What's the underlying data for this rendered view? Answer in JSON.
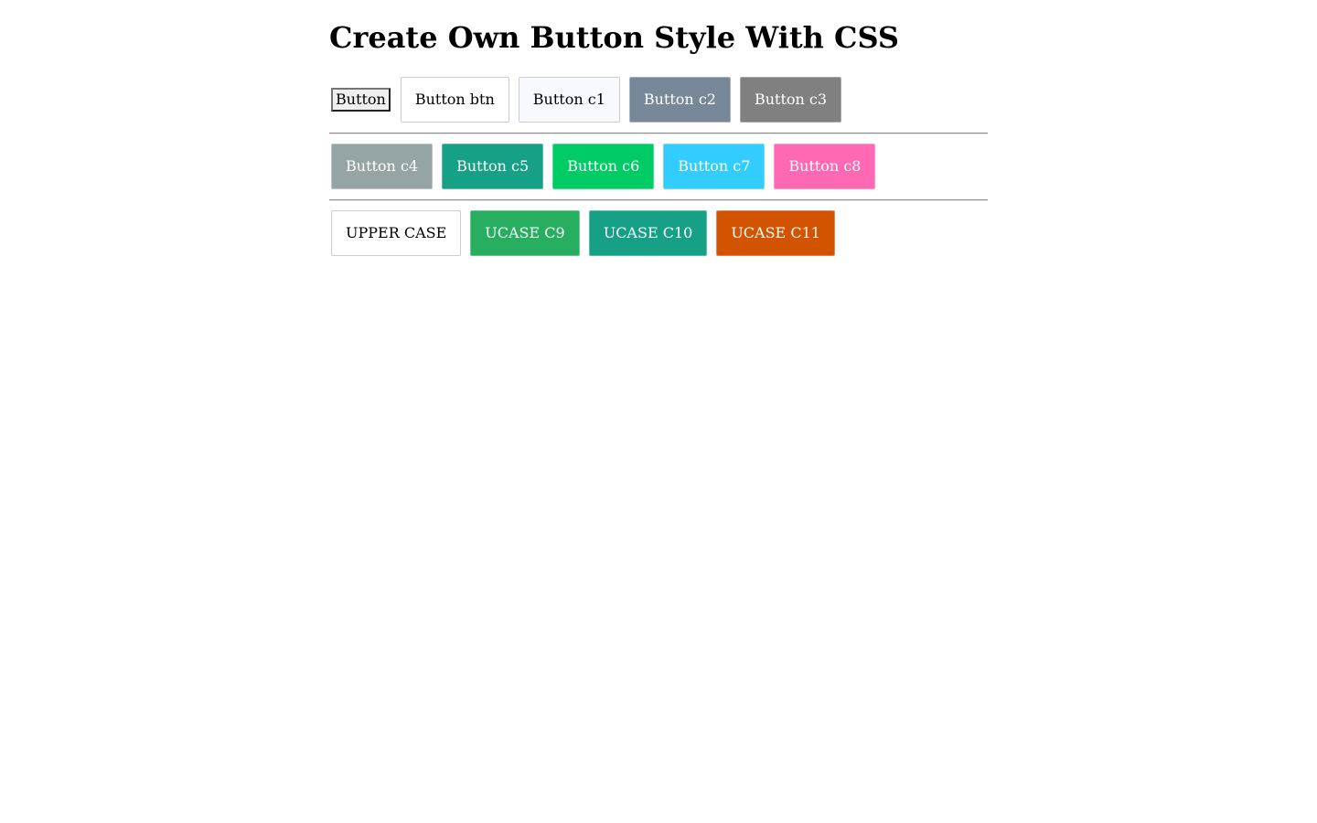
{
  "page": {
    "title": "Create Own Button Style With CSS"
  },
  "rows": [
    {
      "buttons": [
        {
          "label": "Button",
          "style": "native"
        },
        {
          "label": "Button btn",
          "bg": "#ffffff",
          "fg": "#000000",
          "border": "#cccccc"
        },
        {
          "label": "Button c1",
          "bg": "#f8f8ff",
          "fg": "#000000",
          "border": "#cccccc"
        },
        {
          "label": "Button c2",
          "bg": "#778899",
          "fg": "#ffffff",
          "border": "#aab3bc"
        },
        {
          "label": "Button c3",
          "bg": "#808080",
          "fg": "#ffffff",
          "border": "#a8a8a8"
        }
      ]
    },
    {
      "buttons": [
        {
          "label": "Button c4",
          "bg": "#95a5a6",
          "fg": "#ffffff",
          "border": "#b8c3c4"
        },
        {
          "label": "Button c5",
          "bg": "#16a085",
          "fg": "#ffffff",
          "border": "#5cbcaa"
        },
        {
          "label": "Button c6",
          "bg": "#00cc66",
          "fg": "#ffffff",
          "border": "#4cdb94"
        },
        {
          "label": "Button c7",
          "bg": "#33ccff",
          "fg": "#ffffff",
          "border": "#70dbff"
        },
        {
          "label": "Button c8",
          "bg": "#ff69b4",
          "fg": "#ffffff",
          "border": "#ff96cb"
        }
      ]
    },
    {
      "buttons": [
        {
          "label": "UPPER CASE",
          "bg": "#ffffff",
          "fg": "#000000",
          "border": "#cccccc"
        },
        {
          "label": "UCASE C9",
          "bg": "#27ae60",
          "fg": "#ffffff",
          "border": "#68c690"
        },
        {
          "label": "UCASE C10",
          "bg": "#16a085",
          "fg": "#ffffff",
          "border": "#5cbcaa"
        },
        {
          "label": "UCASE C11",
          "bg": "#d35400",
          "fg": "#ffffff",
          "border": "#e0874c"
        }
      ]
    }
  ]
}
